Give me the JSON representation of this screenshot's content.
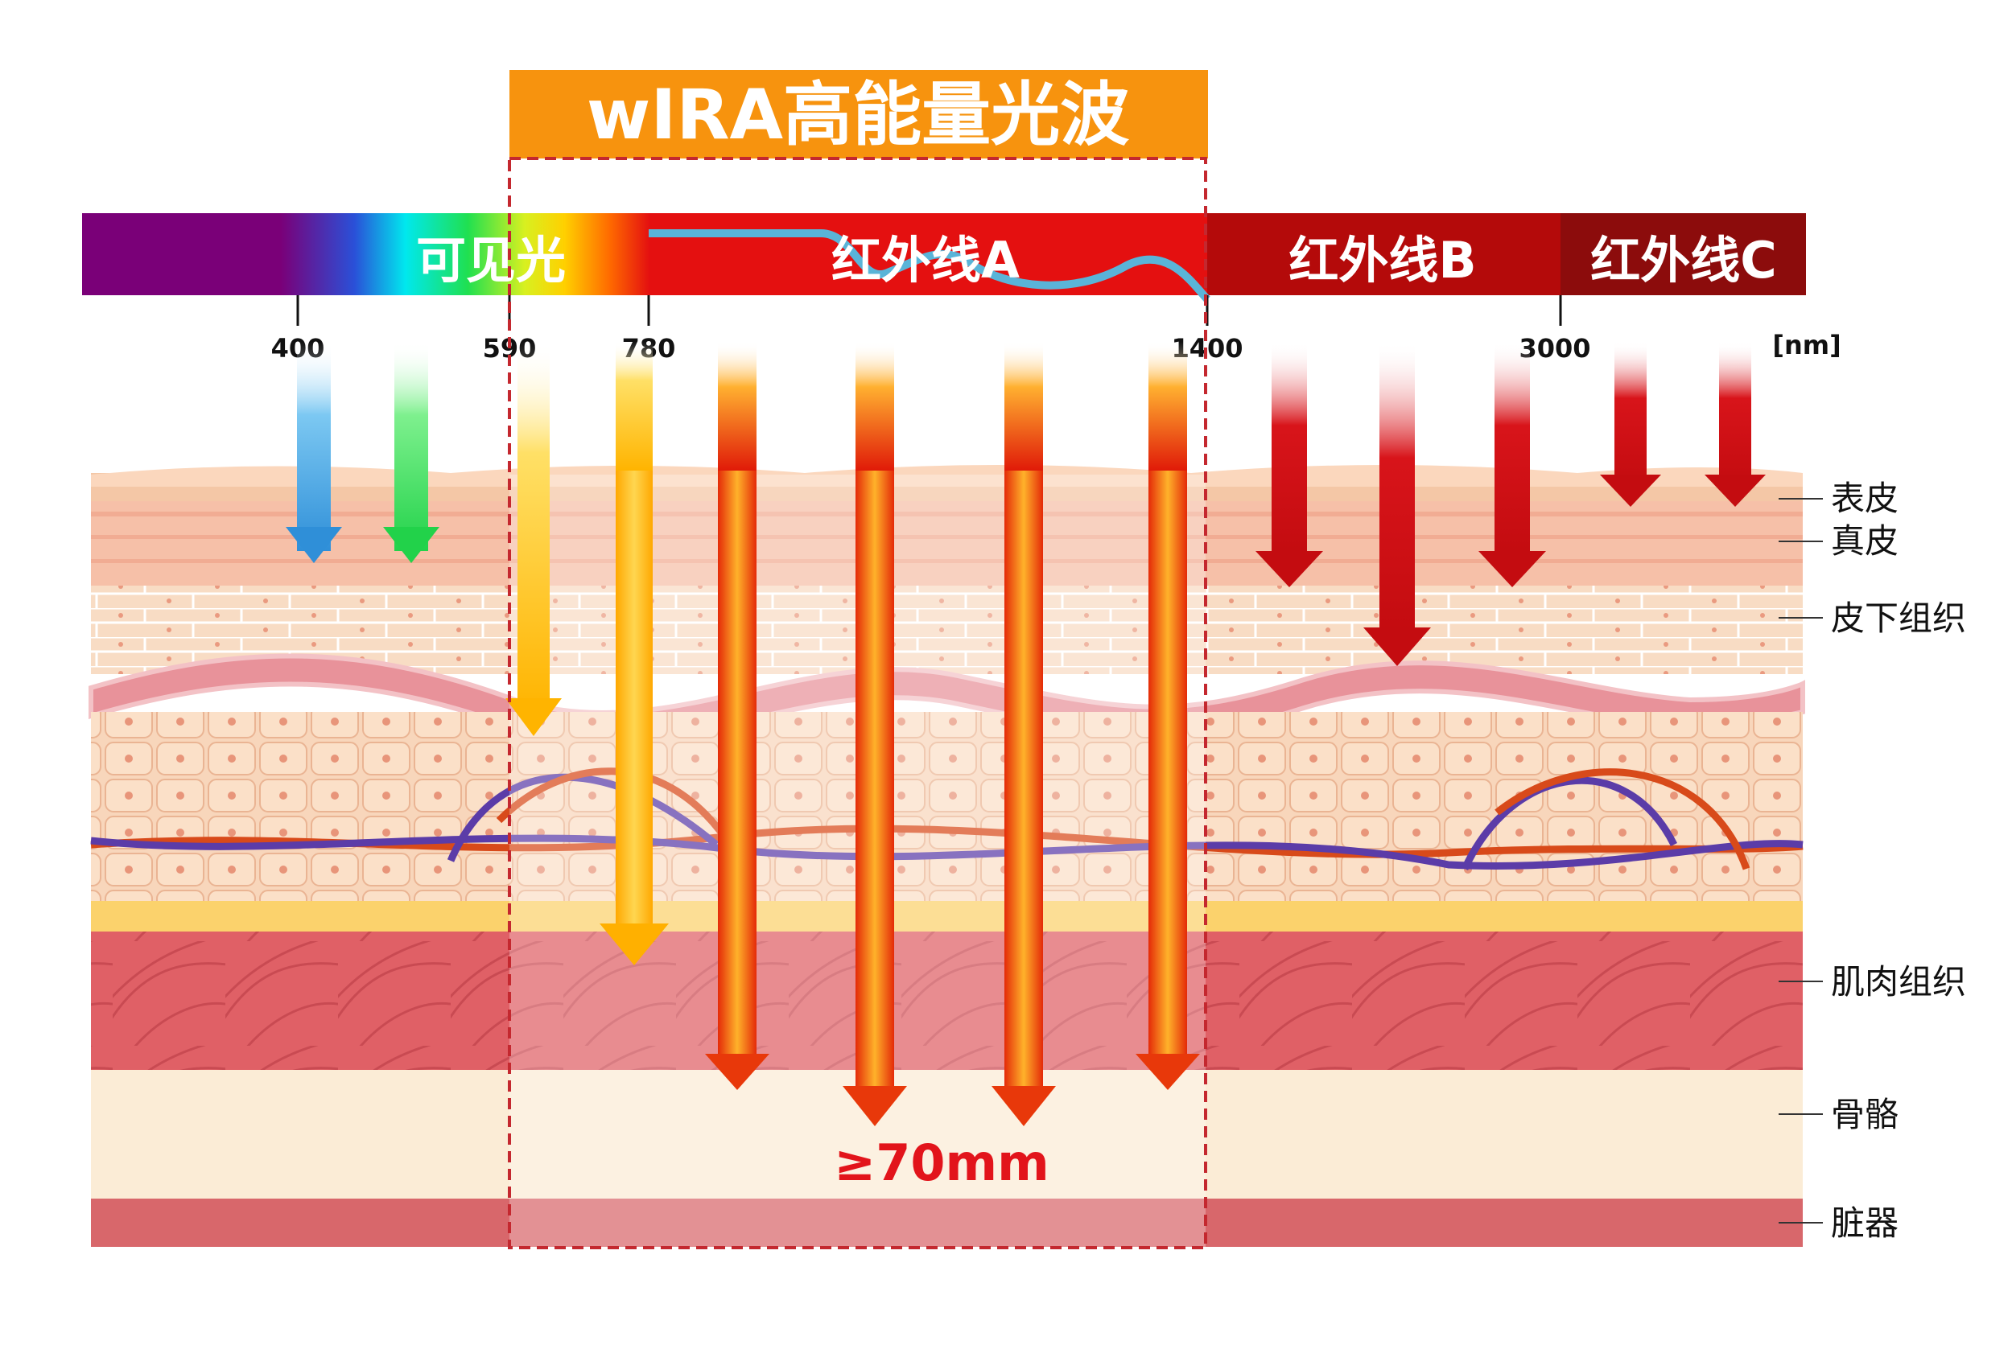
{
  "banner": {
    "title": "wIRA高能量光波",
    "color": "#f7930e"
  },
  "spectrum": {
    "segments": [
      {
        "label": "可见光",
        "color": "#ffffff"
      },
      {
        "label": "红外线A",
        "color": "#ffffff"
      },
      {
        "label": "红外线B",
        "color": "#ffffff"
      },
      {
        "label": "红外线C",
        "color": "#ffffff"
      }
    ],
    "ticks": [
      "400",
      "590",
      "780",
      "1400",
      "3000"
    ],
    "unit": "[nm]",
    "colors": {
      "irA": "#e41010",
      "irB": "#b40a0a",
      "irC": "#8c0c0c",
      "violet": "#7a0078",
      "curve": "#5ab4d8"
    }
  },
  "layers": [
    {
      "label": "表皮"
    },
    {
      "label": "真皮"
    },
    {
      "label": "皮下组织"
    },
    {
      "label": "肌肉组织"
    },
    {
      "label": "骨骼"
    },
    {
      "label": "脏器"
    }
  ],
  "depth_label": "≥70mm",
  "colors": {
    "muscle": "#e06066",
    "bone": "#fbecd6",
    "organ": "#d8676b",
    "blue_arrow": "#3aa0e0",
    "green_arrow": "#3ce05a",
    "yellow_arrow": "#ffc21a",
    "orange_arrow": "#ff7a00",
    "red_arrow": "#d00c0c",
    "dashed": "#c4282f",
    "depth_text": "#e2141b"
  }
}
